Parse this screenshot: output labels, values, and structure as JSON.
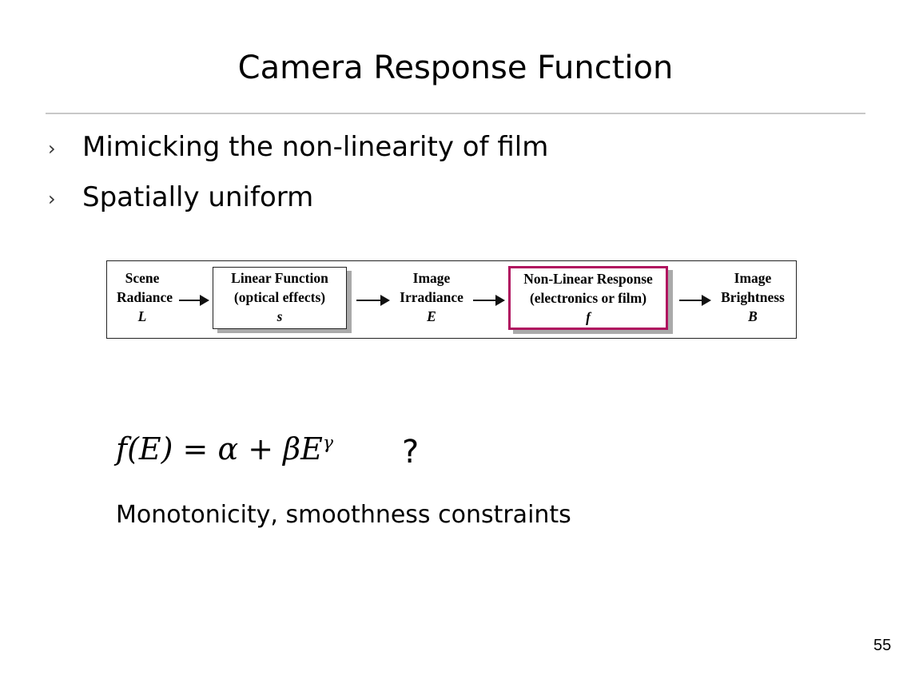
{
  "title": "Camera Response Function",
  "bullets": [
    {
      "marker": "›",
      "text": "Mimicking the non-linearity of film"
    },
    {
      "marker": "›",
      "text": "Spatially uniform"
    }
  ],
  "diagram": {
    "nodes": [
      {
        "line1": "Scene",
        "line2": "Radiance",
        "symbol": "L"
      },
      {
        "line1": "Linear Function",
        "line2": "(optical effects)",
        "symbol": "s"
      },
      {
        "line1": "Image",
        "line2": "Irradiance",
        "symbol": "E"
      },
      {
        "line1": "Non-Linear Response",
        "line2": "(electronics or film)",
        "symbol": "f"
      },
      {
        "line1": "Image",
        "line2": "Brightness",
        "symbol": "B"
      }
    ],
    "highlight_color": "#b0125f"
  },
  "formula": {
    "lhs": "f(E) = α + βE",
    "exponent": "γ",
    "question": "?"
  },
  "note": "Monotonicity, smoothness constraints",
  "page_number": "55"
}
